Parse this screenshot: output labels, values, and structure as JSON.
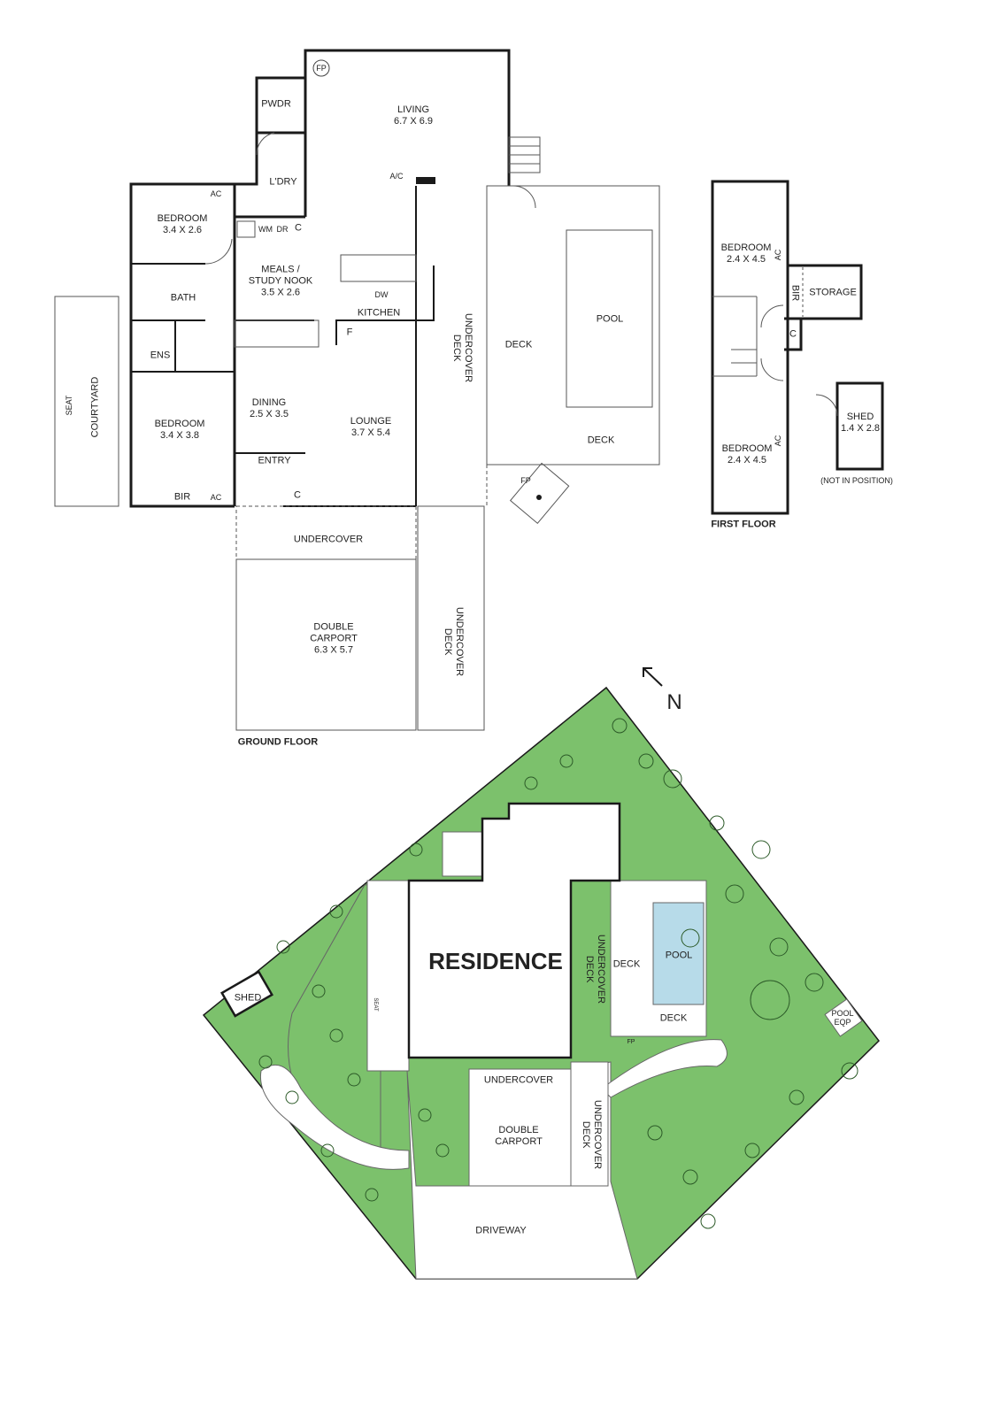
{
  "ground_floor": {
    "title": "GROUND FLOOR",
    "rooms": {
      "living": {
        "name": "LIVING",
        "size": "6.7 X 6.9"
      },
      "pwdr": "PWDR",
      "fp": "FP",
      "ldry": "L'DRY",
      "ac_unit": "A/C",
      "bedroom1": {
        "name": "BEDROOM",
        "size": "3.4 X 2.6"
      },
      "bedroom1_ac": "AC",
      "wm": "WM",
      "dr": "DR",
      "ldry_c": "C",
      "meals": {
        "name": "MEALS /\nSTUDY NOOK",
        "size": "3.5 X 2.6"
      },
      "dw": "DW",
      "kitchen": "KITCHEN",
      "fridge": "F",
      "bath": "BATH",
      "ens": "ENS",
      "courtyard": "COURTYARD",
      "seat": "SEAT",
      "bedroom2": {
        "name": "BEDROOM",
        "size": "3.4 X 3.8"
      },
      "bir": "BIR",
      "bir_ac": "AC",
      "dining": {
        "name": "DINING",
        "size": "2.5 X 3.5"
      },
      "lounge": {
        "name": "LOUNGE",
        "size": "3.7 X 5.4"
      },
      "entry": "ENTRY",
      "entry_c": "C",
      "undercover_deck": "UNDERCOVER\nDECK",
      "deck": "DECK",
      "pool": "POOL",
      "deck2": "DECK",
      "fp_outdoor": "FP",
      "undercover": "UNDERCOVER",
      "carport": {
        "name": "DOUBLE\nCARPORT",
        "size": "6.3 X 5.7"
      },
      "undercover_deck2": "UNDERCOVER\nDECK"
    }
  },
  "first_floor": {
    "title": "FIRST FLOOR",
    "rooms": {
      "bedroom_top": {
        "name": "BEDROOM",
        "size": "2.4 X 4.5"
      },
      "bedroom_top_ac": "AC",
      "bir": "BIR",
      "storage": "STORAGE",
      "c": "C",
      "bedroom_bottom": {
        "name": "BEDROOM",
        "size": "2.4 X 4.5"
      },
      "bedroom_bottom_ac": "AC"
    }
  },
  "shed": {
    "name": "SHED",
    "size": "1.4 X 2.8",
    "note": "(NOT IN POSITION)"
  },
  "north": "N",
  "site_plan": {
    "residence": "RESIDENCE",
    "shed": "SHED",
    "undercover_deck": "UNDERCOVER\nDECK",
    "deck": "DECK",
    "pool": "POOL",
    "deck2": "DECK",
    "pool_eqp": "POOL\nEQP",
    "fp": "FP",
    "undercover": "UNDERCOVER",
    "carport": "DOUBLE\nCARPORT",
    "undercover_deck2": "UNDERCOVER\nDECK",
    "driveway": "DRIVEWAY",
    "seat": "SEAT"
  },
  "colors": {
    "lawn": "#7cc16c",
    "pool": "#b7dbe9",
    "wall": "#1a1a1a"
  }
}
